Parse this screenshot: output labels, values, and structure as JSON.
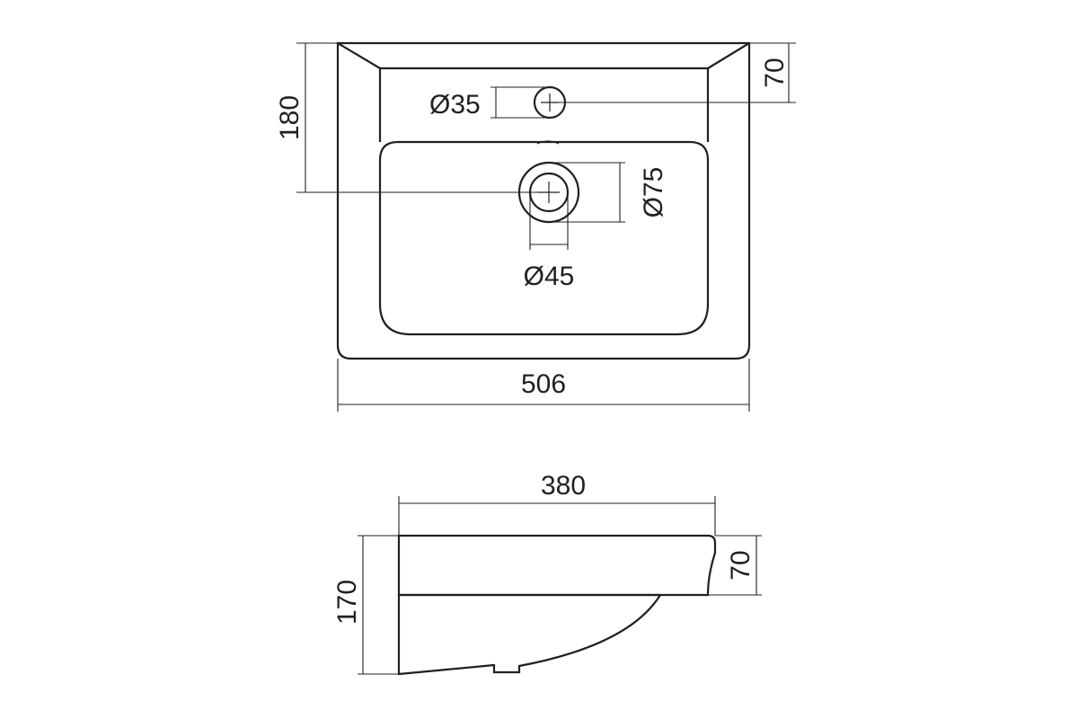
{
  "top_view": {
    "dim_width": "506",
    "dim_depth_to_drain": "180",
    "dim_tap_offset": "70",
    "dim_tap_hole": "Ø35",
    "dim_drain_outer": "Ø75",
    "dim_drain_inner": "Ø45"
  },
  "side_view": {
    "dim_depth": "380",
    "dim_height": "170",
    "dim_rim_height": "70"
  },
  "colors": {
    "stroke": "#231f20",
    "background": "#ffffff"
  }
}
